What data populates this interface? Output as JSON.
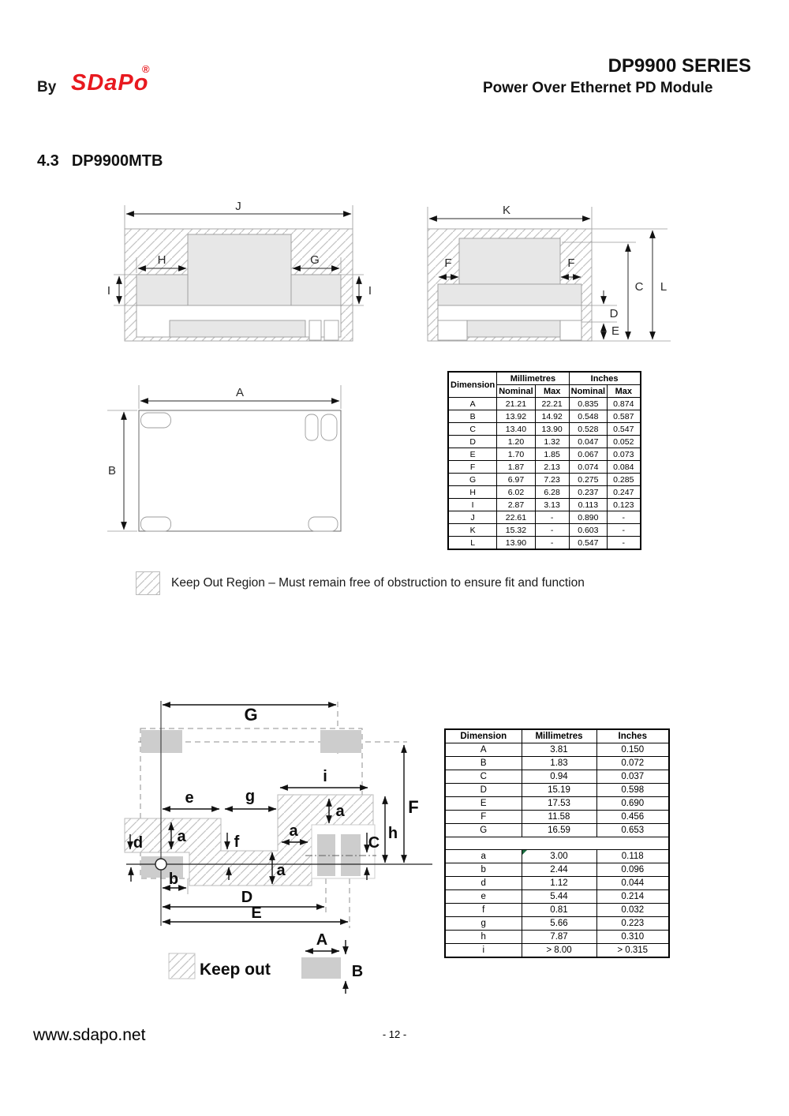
{
  "colors": {
    "brand_red": "#e8191f",
    "comment_green": "#1d6f42",
    "module_gray": "#e7e7e7",
    "pad_gray": "#cdcdcd"
  },
  "header": {
    "by": "By",
    "logo": "SDaPo",
    "registered": "®",
    "series": "DP9900 SERIES",
    "subtitle": "Power Over Ethernet PD Module"
  },
  "section": {
    "number": "4.3",
    "title": "DP9900MTB"
  },
  "figures": {
    "side_left": {
      "j": "J",
      "h": "H",
      "g": "G",
      "i_left": "I",
      "i_right": "I"
    },
    "side_right": {
      "k": "K",
      "f_left": "F",
      "f_right": "F",
      "c": "C",
      "l": "L",
      "d": "D",
      "e": "E"
    },
    "plan": {
      "a": "A",
      "b": "B"
    },
    "footprint": {
      "g_top": "G",
      "i": "i",
      "e": "e",
      "g": "g",
      "a_left": "a",
      "a_top": "a",
      "a_mid": "a",
      "a_bottom": "a",
      "d": "d",
      "f": "f",
      "b": "b",
      "c": "C",
      "h": "h",
      "f_right": "F",
      "d_bottom": "D",
      "e_bottom": "E",
      "a_pad": "A",
      "b_pad": "B",
      "keepout_label": "Keep out"
    }
  },
  "keepout_note": "Keep Out Region – Must remain free of obstruction to ensure fit and function",
  "dim_table": {
    "header": {
      "dimension": "Dimension",
      "millimetres": "Millimetres",
      "inches": "Inches",
      "nominal": "Nominal",
      "max": "Max"
    },
    "rows": [
      [
        "A",
        "21.21",
        "22.21",
        "0.835",
        "0.874"
      ],
      [
        "B",
        "13.92",
        "14.92",
        "0.548",
        "0.587"
      ],
      [
        "C",
        "13.40",
        "13.90",
        "0.528",
        "0.547"
      ],
      [
        "D",
        "1.20",
        "1.32",
        "0.047",
        "0.052"
      ],
      [
        "E",
        "1.70",
        "1.85",
        "0.067",
        "0.073"
      ],
      [
        "F",
        "1.87",
        "2.13",
        "0.074",
        "0.084"
      ],
      [
        "G",
        "6.97",
        "7.23",
        "0.275",
        "0.285"
      ],
      [
        "H",
        "6.02",
        "6.28",
        "0.237",
        "0.247"
      ],
      [
        "I",
        "2.87",
        "3.13",
        "0.113",
        "0.123"
      ],
      [
        "J",
        "22.61",
        "-",
        "0.890",
        "-"
      ],
      [
        "K",
        "15.32",
        "-",
        "0.603",
        "-"
      ],
      [
        "L",
        "13.90",
        "-",
        "0.547",
        "-"
      ]
    ]
  },
  "footprint_table": {
    "header": {
      "dimension": "Dimension",
      "millimetres": "Millimetres",
      "inches": "Inches"
    },
    "rows_upper": [
      [
        "A",
        "3.81",
        "0.150"
      ],
      [
        "B",
        "1.83",
        "0.072"
      ],
      [
        "C",
        "0.94",
        "0.037"
      ],
      [
        "D",
        "15.19",
        "0.598"
      ],
      [
        "E",
        "17.53",
        "0.690"
      ],
      [
        "F",
        "11.58",
        "0.456"
      ],
      [
        "G",
        "16.59",
        "0.653"
      ]
    ],
    "rows_lower": [
      [
        "a",
        "3.00",
        "0.118"
      ],
      [
        "b",
        "2.44",
        "0.096"
      ],
      [
        "d",
        "1.12",
        "0.044"
      ],
      [
        "e",
        "5.44",
        "0.214"
      ],
      [
        "f",
        "0.81",
        "0.032"
      ],
      [
        "g",
        "5.66",
        "0.223"
      ],
      [
        "h",
        "7.87",
        "0.310"
      ],
      [
        "i",
        "> 8.00",
        "> 0.315"
      ]
    ]
  },
  "footer": {
    "website": "www.sdapo.net",
    "page": "- 12 -"
  }
}
